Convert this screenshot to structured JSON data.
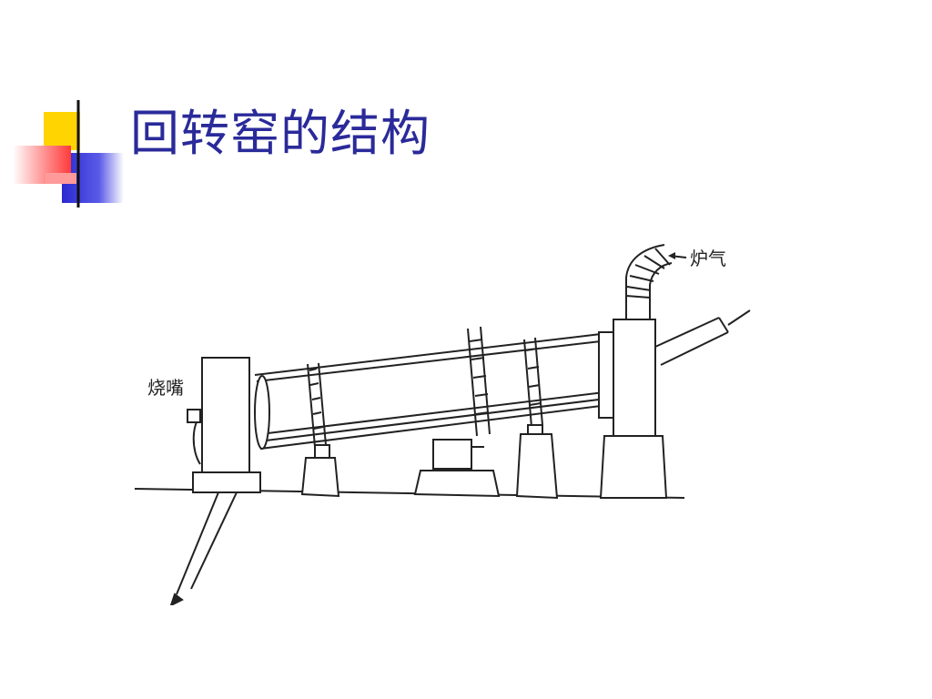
{
  "slide": {
    "title": "回转窑的结构"
  },
  "diagram": {
    "labels": {
      "burner": "烧嘴",
      "furnace_gas": "炉气"
    },
    "colors": {
      "title": "#2a2a9a",
      "deco_yellow": "#ffd400",
      "deco_red": "#ff5a5a",
      "deco_blue": "#3a3adb",
      "line": "#222222"
    }
  }
}
